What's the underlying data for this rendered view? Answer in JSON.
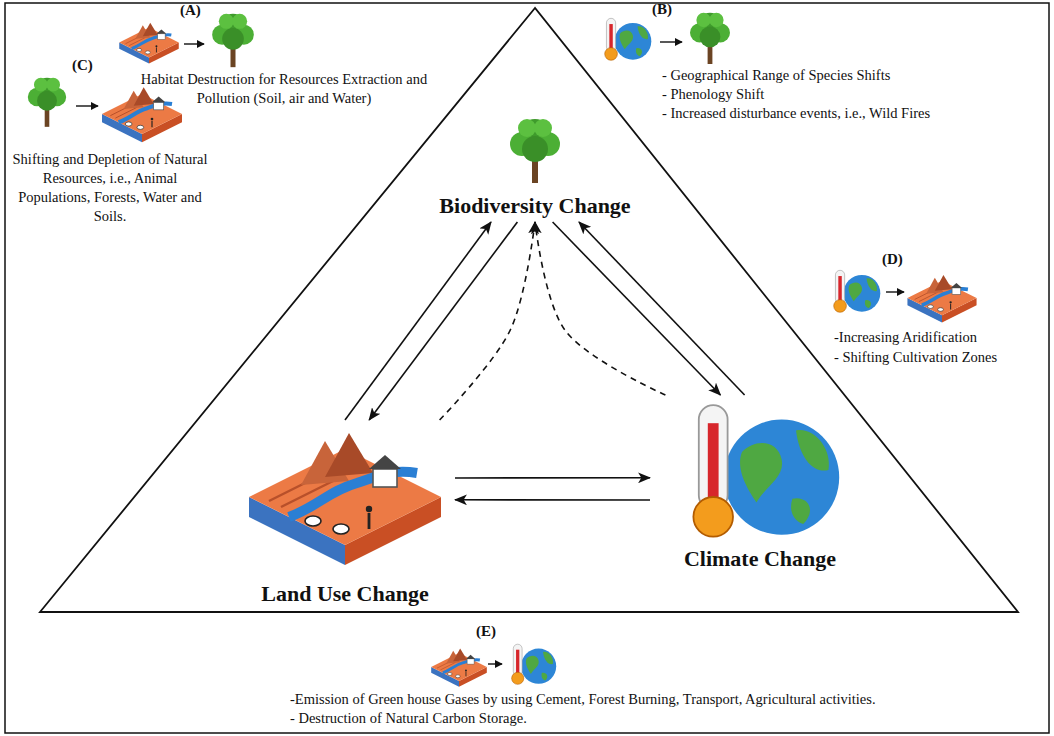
{
  "diagram": {
    "nodes": [
      {
        "text": [
          "Biodiversity Change"
        ]
      },
      {
        "text": [
          "Land Use Change"
        ]
      },
      {
        "text": [
          "Climate Change"
        ]
      }
    ],
    "edges": [
      {
        "from": 0,
        "to": 1,
        "arrow": "to"
      },
      {
        "from": 1,
        "to": 0,
        "arrow": "to"
      },
      {
        "from": 0,
        "to": 2,
        "arrow": "to"
      },
      {
        "from": 2,
        "to": 0,
        "arrow": "to"
      },
      {
        "from": 1,
        "to": 2,
        "arrow": "to"
      },
      {
        "from": 2,
        "to": 1,
        "arrow": "to"
      },
      {
        "from": 1,
        "to": 0,
        "arrow": "to"
      },
      {
        "from": 2,
        "to": 0,
        "arrow": "to"
      }
    ],
    "labels": [
      "(A)",
      "Habitat Destruction for Resources Extraction and Pollution (Soil, air and Water)",
      "(B)",
      "- Geographical Range of Species Shifts",
      "- Phenology Shift",
      "- Increased disturbance events, i.e., Wild Fires",
      "(C)",
      "Shifting and Depletion of Natural Resources, i.e., Animal Populations, Forests, Water and Soils.",
      "(D)",
      "-Increasing Aridification",
      "- Shifting Cultivation Zones",
      "(E)",
      "-Emission of Green house Gases by using Cement, Forest Burning, Transport, Agricultural activities.",
      "- Destruction of Natural Carbon Storage."
    ]
  }
}
